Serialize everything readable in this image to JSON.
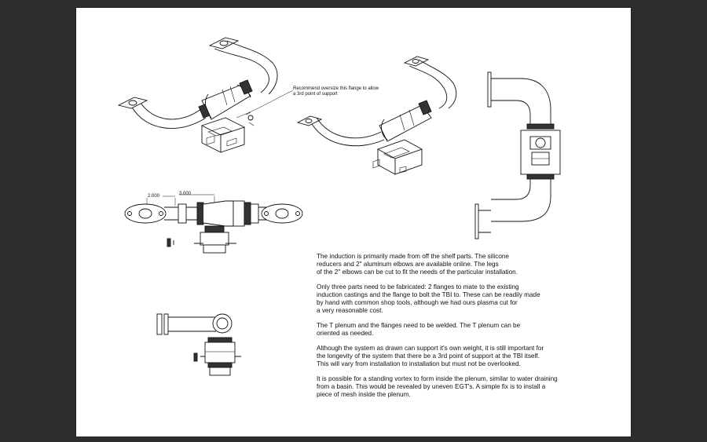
{
  "page": {
    "background": "#2d2d2d",
    "sheet_color": "#ffffff"
  },
  "callout": {
    "line1": "Recommend oversize this flange to allow",
    "line2": "a 3rd point of support"
  },
  "dimensions": {
    "left": "2.000",
    "right": "3.000"
  },
  "notes": [
    "The induction is primarily made from off the shelf parts.  The silicone\nreducers and 2\" aluminum elbows are available online.  The legs\nof the 2\" elbows can be cut to fit the needs of the particular installation.",
    "Only three parts need to be fabricated: 2 flanges to mate to the existing\ninduction castings and the flange to bolt the TBI to.  These can be readily made\nby hand with common shop tools, although we had ours plasma cut for\na very reasonable cost.",
    "The T plenum and the flanges need to be welded.  The T plenum can be\noriented as needed.",
    "Although the system as drawn can support it's own weight, it is still important for\nthe longevity of the system that there be a 3rd point of support at the TBI itself.\nThis will vary from installation to installation but must not be overlooked.",
    "It is possible for a standing vortex to form inside the plenum, similar to water draining\nfrom a basin.  This would be revealed by uneven EGT's.  A simple fix is to install a\npiece of mesh inside the plenum."
  ]
}
